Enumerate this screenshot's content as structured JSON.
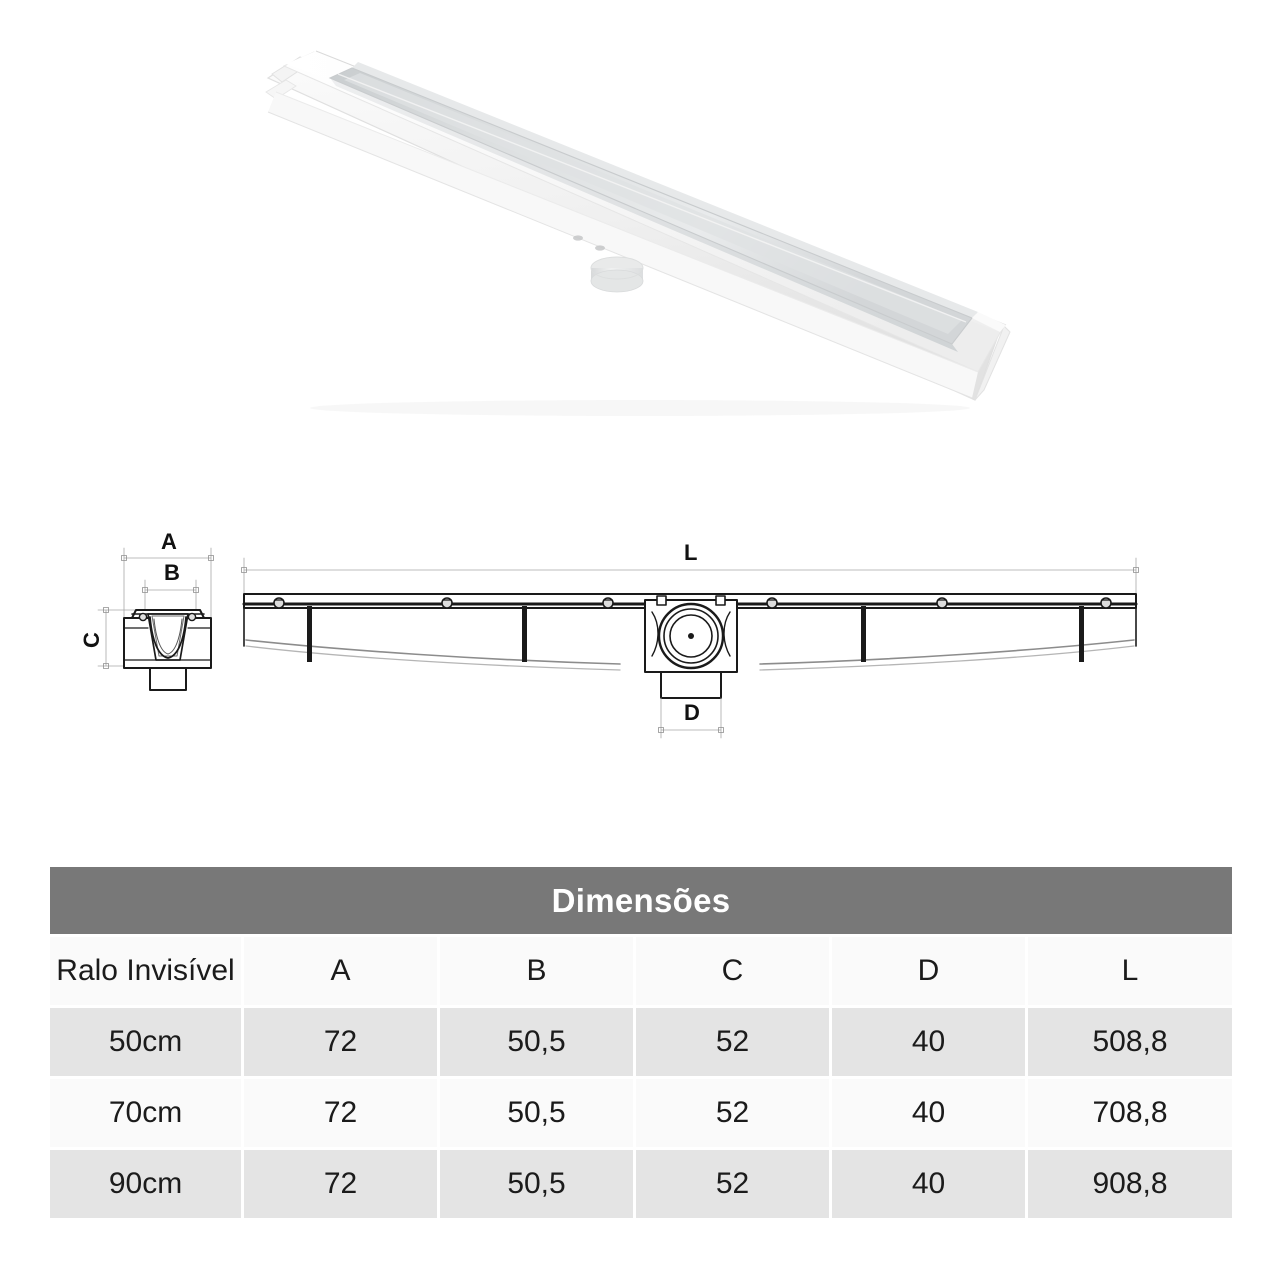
{
  "product": {
    "render_alt": "linear-shower-drain-3d-render",
    "body_color": "#f2f2f2",
    "channel_color": "#d9dcdd",
    "outlet_color": "#e8e8e8"
  },
  "drawings": {
    "cross_section": {
      "name": "cross-section-view",
      "labels": {
        "a": "A",
        "b": "B",
        "c": "C"
      }
    },
    "side_view": {
      "name": "side-elevation-view",
      "labels": {
        "l": "L",
        "d": "D"
      }
    },
    "line_color": "#1a1a1a",
    "dimension_line_color": "#9a9a9a"
  },
  "table": {
    "title": "Dimensões",
    "header_bg": "#787878",
    "header_text_color": "#ffffff",
    "row_alt_bg": "#e4e4e4",
    "row_bg": "#fafafa",
    "columns": [
      "Ralo Invisível",
      "A",
      "B",
      "C",
      "D",
      "L"
    ],
    "rows": [
      {
        "name": "50cm",
        "a": "72",
        "b": "50,5",
        "c": "52",
        "d": "40",
        "l": "508,8"
      },
      {
        "name": "70cm",
        "a": "72",
        "b": "50,5",
        "c": "52",
        "d": "40",
        "l": "708,8"
      },
      {
        "name": "90cm",
        "a": "72",
        "b": "50,5",
        "c": "52",
        "d": "40",
        "l": "908,8"
      }
    ]
  }
}
